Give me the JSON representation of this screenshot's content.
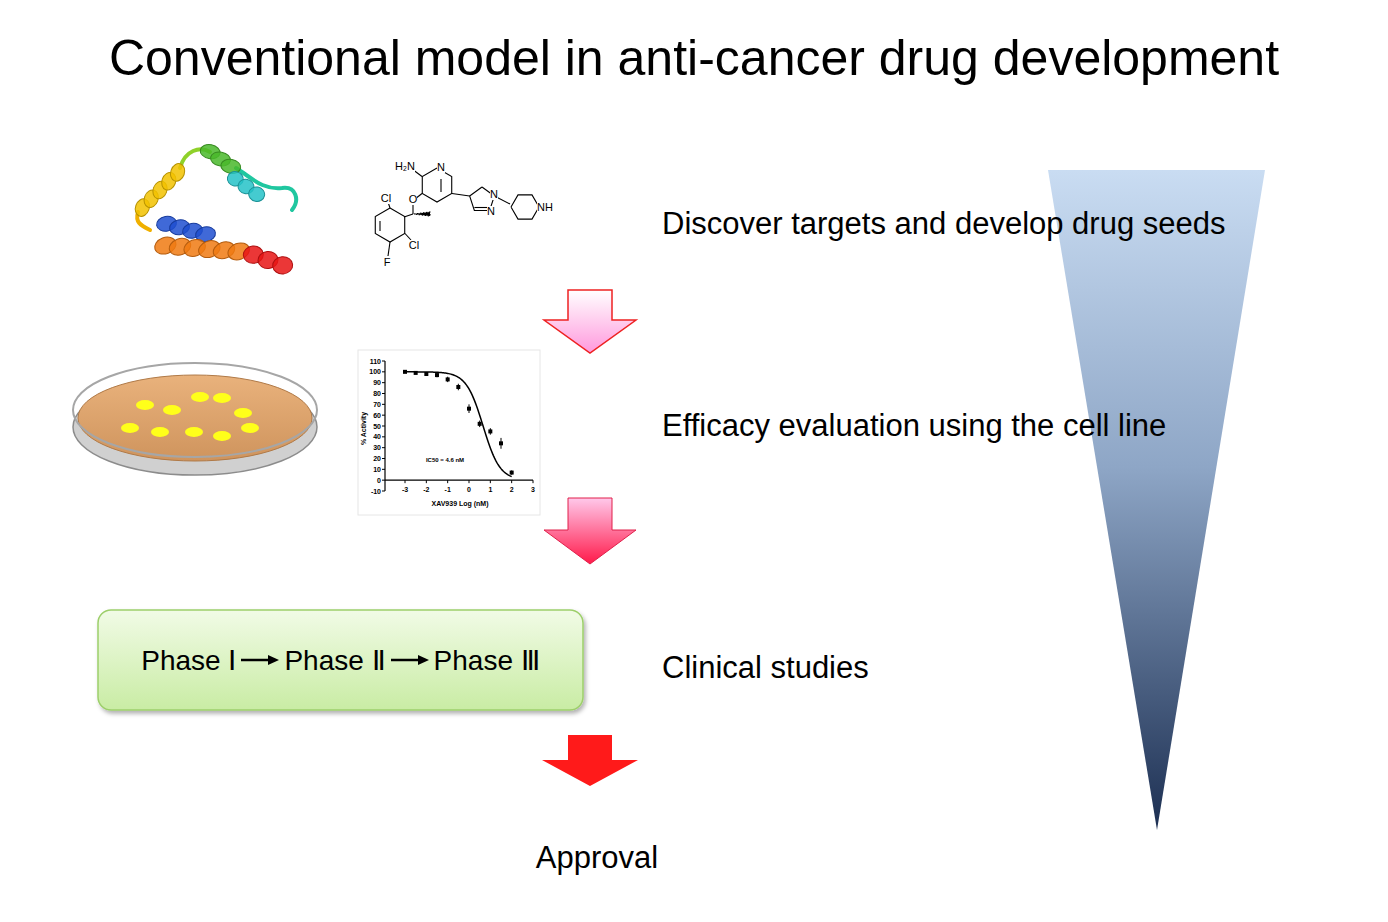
{
  "diagram": {
    "title": "Conventional model in anti-cancer drug development",
    "nodes": [
      {
        "text": [
          "Phase Ⅰ",
          "Phase Ⅱ",
          "Phase Ⅲ"
        ]
      }
    ],
    "labels": [
      "Discover targets and develop drug seeds",
      "Efficacy evaluation using the cell line",
      "Clinical studies",
      "Approval",
      "H₂N",
      "N",
      "O",
      "Cl",
      "Cl",
      "F",
      "N",
      "N",
      "NH",
      "110",
      "100",
      "90",
      "80",
      "70",
      "60",
      "50",
      "40",
      "30",
      "20",
      "10",
      "0",
      "-10",
      "% Activity",
      "IC50 = 4.6 nM",
      "-3",
      "-2",
      "-1",
      "0",
      "1",
      "2",
      "3",
      "XAV939 Log (nM)"
    ]
  }
}
